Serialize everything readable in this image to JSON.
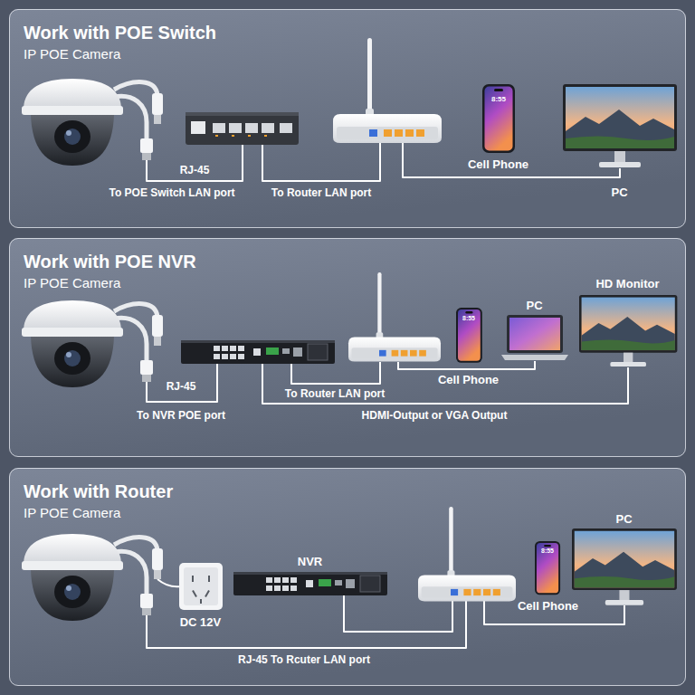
{
  "diagram": {
    "nodes": [
      {
        "text": [
          "Work with POE Switch",
          "IP POE Camera"
        ]
      },
      {
        "text": [
          "Cell Phone"
        ],
        "in": 0
      },
      {
        "text": [
          "PC"
        ],
        "in": 0
      },
      {
        "text": [
          "Work with POE NVR",
          "IP POE Camera"
        ]
      },
      {
        "text": [
          "Cell Phone"
        ],
        "in": 3
      },
      {
        "text": [
          "PC"
        ],
        "in": 3
      },
      {
        "text": [
          "HD Monitor"
        ],
        "in": 3
      },
      {
        "text": [
          "Work with Router",
          "IP POE Camera"
        ]
      },
      {
        "text": [
          "DC 12V"
        ],
        "in": 7
      },
      {
        "text": [
          "NVR"
        ],
        "in": 7
      },
      {
        "text": [
          "Cell Phone"
        ],
        "in": 7
      },
      {
        "text": [
          "PC"
        ],
        "in": 7
      }
    ],
    "labels": [
      "RJ-45",
      "To POE Switch LAN port",
      "To Router LAN port",
      "RJ-45",
      "To NVR POE port",
      "To Router LAN port",
      "HDMI-Output or VGA Output",
      "RJ-45 To Rcuter LAN port",
      "8:55",
      "8:55",
      "8:55"
    ]
  }
}
